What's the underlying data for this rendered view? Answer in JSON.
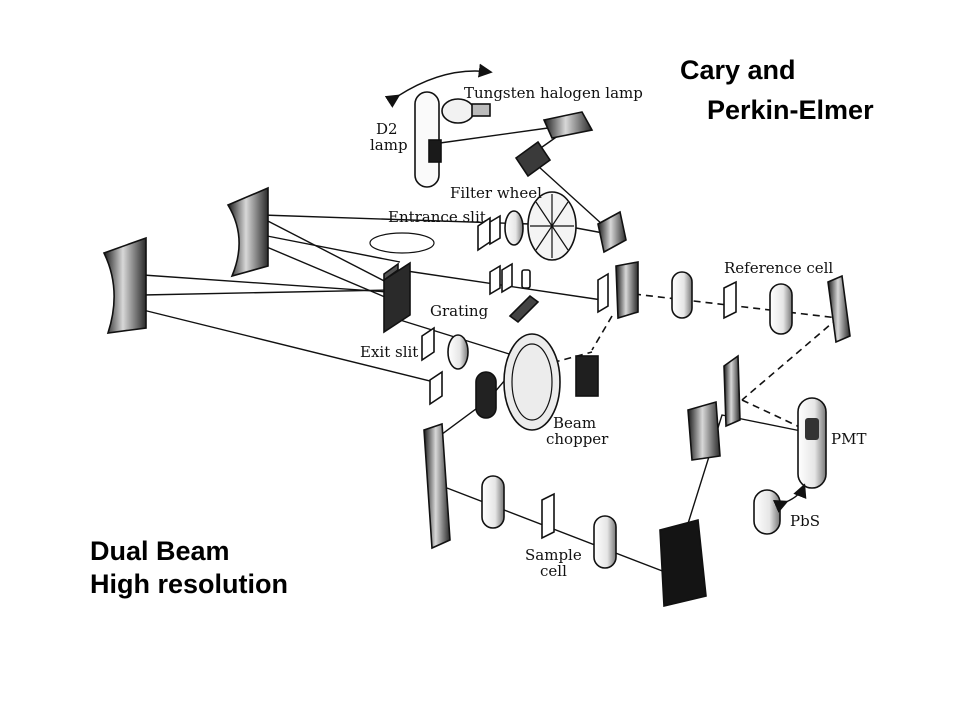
{
  "headings": {
    "top_right_line1": "Cary and",
    "top_right_line2": "Perkin-Elmer",
    "bottom_left_line1": "Dual Beam",
    "bottom_left_line2": "High resolution"
  },
  "labels": {
    "tungsten": "Tungsten halogen lamp",
    "d2_line1": "D2",
    "d2_line2": "lamp",
    "filter_wheel": "Filter wheel",
    "entrance_slit": "Entrance slit",
    "grating": "Grating",
    "exit_slit": "Exit slit",
    "reference_cell": "Reference cell",
    "beam_chopper_line1": "Beam",
    "beam_chopper_line2": "chopper",
    "pmt": "PMT",
    "pbs": "PbS",
    "sample_line1": "Sample",
    "sample_line2": "cell"
  }
}
